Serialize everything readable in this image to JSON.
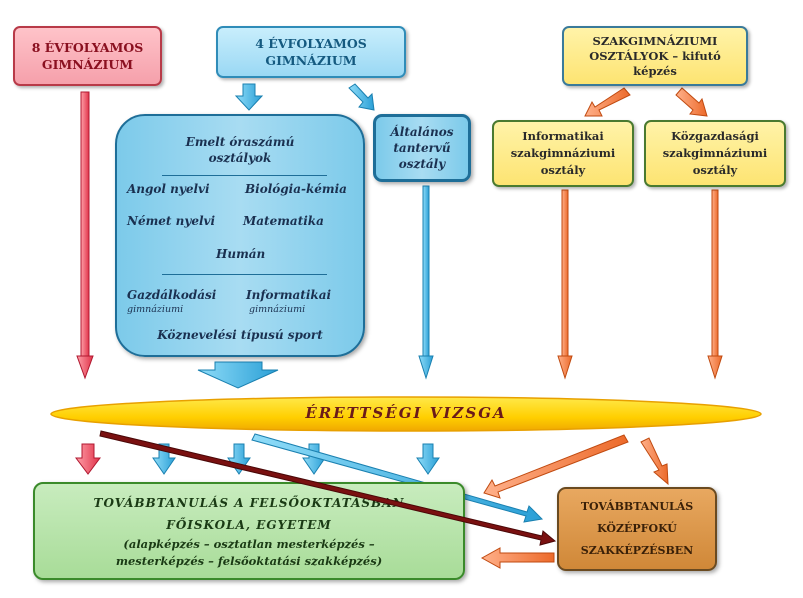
{
  "top": {
    "gim8": [
      "8 ÉVFOLYAMOS",
      "GIMNÁZIUM"
    ],
    "gim4": [
      "4 ÉVFOLYAMOS",
      "GIMNÁZIUM"
    ],
    "szak": [
      "SZAKGIMNÁZIUMI",
      "OSZTÁLYOK – kifutó",
      "képzés"
    ]
  },
  "emelt": {
    "title": [
      "Emelt óraszámú",
      "osztályok"
    ],
    "angol": "Angol nyelvi",
    "bio": "Biológia-kémia",
    "nemet": "Német nyelvi",
    "mat": "Matematika",
    "human": "Humán",
    "gazd": "Gazdálkodási",
    "gazd_sub": "gimnáziumi",
    "info": "Informatikai",
    "info_sub": "gimnáziumi",
    "sport": "Köznevelési típusú sport"
  },
  "altalanos": [
    "Általános",
    "tantervű",
    "osztály"
  ],
  "informatikai": [
    "Informatikai",
    "szakgimnáziumi",
    "osztály"
  ],
  "kozgazdasagi": [
    "Közgazdasági",
    "szakgimnáziumi",
    "osztály"
  ],
  "erettsegi": "ÉRETTSÉGI VIZSGA",
  "felso": {
    "line1": "TOVÁBBTANULÁS A FELSŐOKTATÁSBAN",
    "line2": "FŐISKOLA, EGYETEM",
    "line3": "(alapképzés – osztatlan mesterképzés –",
    "line4": "mesterképzés – felsőoktatási szakképzés)"
  },
  "kozep": [
    "TOVÁBBTANULÁS",
    "KÖZÉPFOKÚ",
    "SZAKKÉPZÉSBEN"
  ],
  "colors": {
    "red": "#e84a5f",
    "blue": "#3aa6d8",
    "orange": "#f07a3a",
    "dark_red": "#7a1010",
    "yellow": "#ffd200",
    "green": "#b4e0a8",
    "brown": "#d8883a"
  }
}
